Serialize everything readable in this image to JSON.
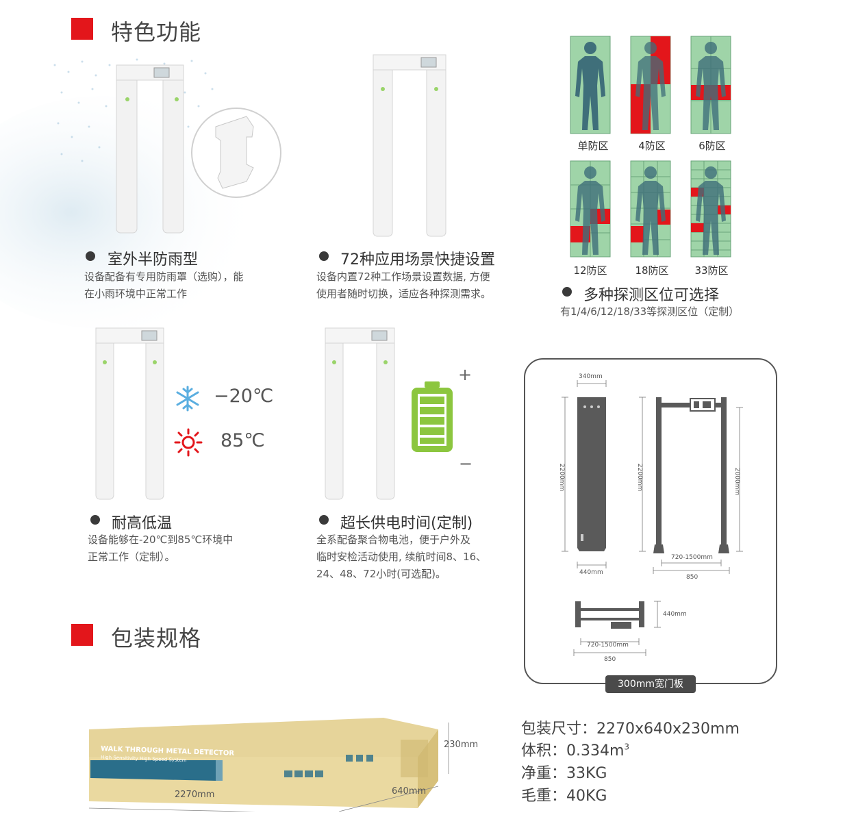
{
  "sections": {
    "features_title": "特色功能",
    "packaging_title": "包装规格"
  },
  "features": {
    "rainproof": {
      "title": "室外半防雨型",
      "desc": [
        "设备配备有专用防雨罩（选购），能",
        "在小雨环境中正常工作"
      ]
    },
    "scenes": {
      "title": "72种应用场景快捷设置",
      "desc": [
        "设备内置72种工作场景设置数据, 方便",
        "使用者随时切换，适应各种探测需求。"
      ]
    },
    "zones": {
      "title": "多种探测区位可选择",
      "desc": "有1/4/6/12/18/33等探测区位（定制）"
    },
    "temperature": {
      "title": "耐高低温",
      "desc": [
        "设备能够在-20℃到85℃环境中",
        "正常工作（定制）。"
      ],
      "low": "−20℃",
      "high": "85℃"
    },
    "battery": {
      "title": "超长供电时间(定制)",
      "desc": [
        "全系配备聚合物电池，便于户外及",
        "临时安检活动使用, 续航时间8、16、",
        "24、48、72小时(可选配)。"
      ],
      "plus": "+",
      "minus": "−"
    }
  },
  "zone_labels": [
    "单防区",
    "4防区",
    "6防区",
    "12防区",
    "18防区",
    "33防区"
  ],
  "dimensions": {
    "top_width": "340mm",
    "height_left": "2200mm",
    "height_mid": "2200mm",
    "height_inner": "2000mm",
    "bottom_depth": "440mm",
    "inner_width": "720-1500mm",
    "outer_width": "850",
    "plan_depth": "440mm",
    "plan_inner": "720-1500mm",
    "plan_outer": "850",
    "board_label": "300mm宽门板"
  },
  "box": {
    "brand": "WALK THROUGH METAL DETECTOR",
    "tagline": "High Sensitivity  High Speed System",
    "length": "2270mm",
    "width": "640mm",
    "height": "230mm"
  },
  "packaging": {
    "size": "包装尺寸：2270x640x230mm",
    "volume_prefix": "体积：0.334m",
    "volume_sup": "3",
    "net": "净重：33KG",
    "gross": "毛重：40KG"
  },
  "colors": {
    "accent": "#e3161b",
    "zone_green": "#9fd4a8",
    "zone_red": "#e3161b",
    "battery": "#8cc63f"
  }
}
